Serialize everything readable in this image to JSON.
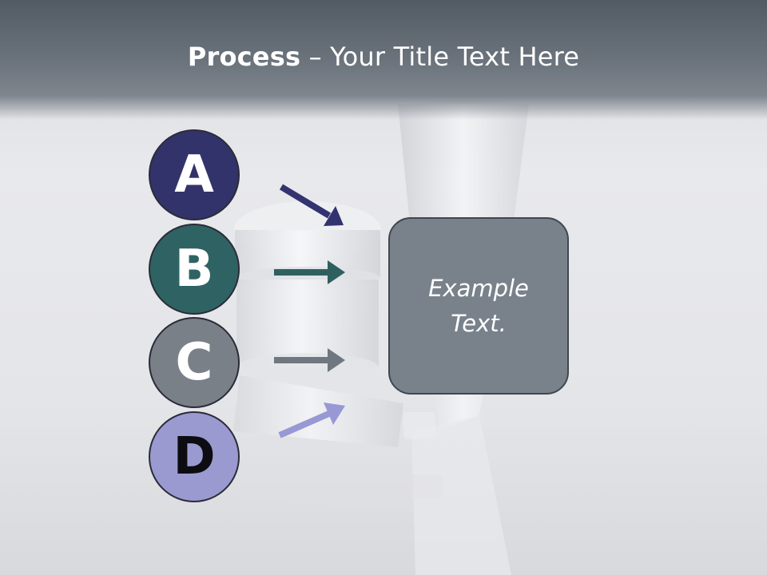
{
  "header": {
    "title_bold": "Process",
    "title_rest": " – Your Title Text Here"
  },
  "steps": [
    {
      "label": "A",
      "fill": "#33336b",
      "text_color": "#ffffff",
      "arrow_color": "#333370"
    },
    {
      "label": "B",
      "fill": "#2f6363",
      "text_color": "#ffffff",
      "arrow_color": "#2f6060"
    },
    {
      "label": "C",
      "fill": "#798088",
      "text_color": "#ffffff",
      "arrow_color": "#6f7780"
    },
    {
      "label": "D",
      "fill": "#9a9ad0",
      "text_color": "#0c0c12",
      "arrow_color": "#9898d4"
    }
  ],
  "result_box": {
    "text": "Example Text.",
    "fill": "#79828b"
  }
}
